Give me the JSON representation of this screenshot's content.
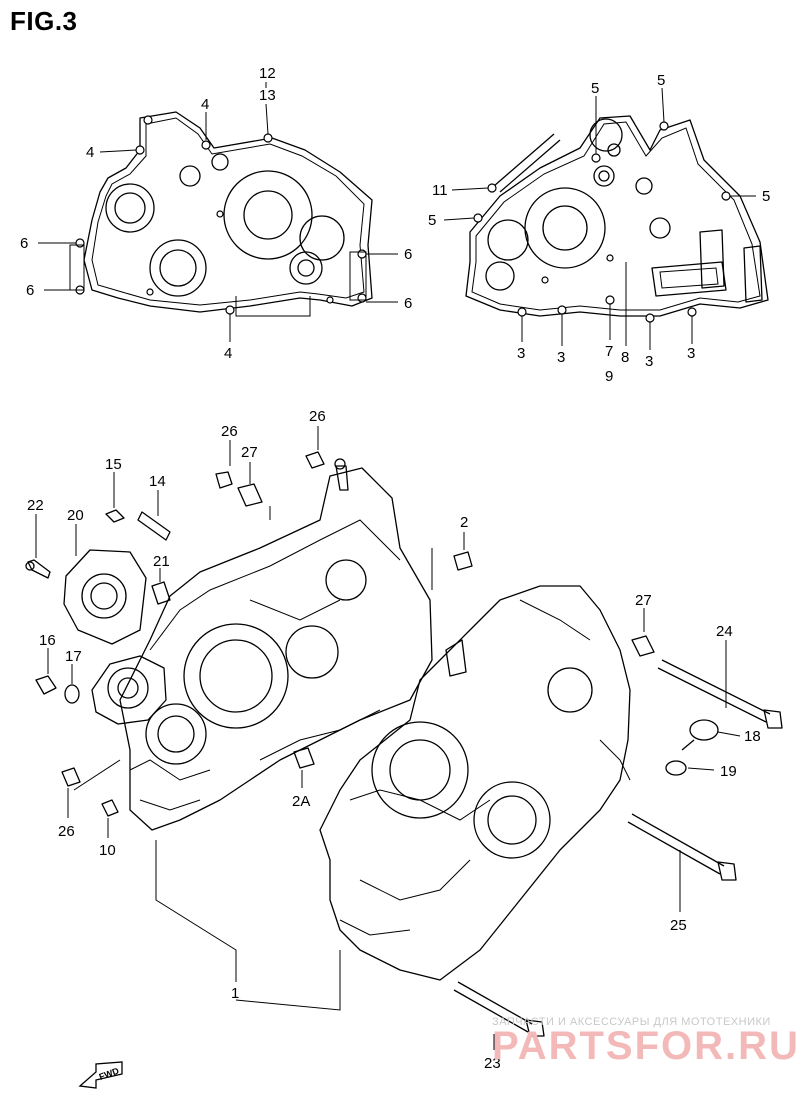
{
  "figure": {
    "title": "FIG.3"
  },
  "callouts": {
    "top_left": [
      "12",
      "13",
      "4",
      "4",
      "6",
      "6",
      "6",
      "6",
      "6",
      "4"
    ],
    "top_right": [
      "5",
      "5",
      "11",
      "5",
      "5",
      "3",
      "3",
      "7",
      "9",
      "8",
      "3",
      "3"
    ],
    "bottom": [
      "26",
      "27",
      "26",
      "15",
      "14",
      "22",
      "20",
      "21",
      "2",
      "16",
      "17",
      "27",
      "24",
      "18",
      "19",
      "26",
      "10",
      "2A",
      "25",
      "1",
      "23"
    ]
  },
  "fwd_label": "FWD",
  "watermark": {
    "line1": "ЗАПЧАСТИ И АКСЕССУАРЫ ДЛЯ МОТОТЕХНИКИ",
    "line2": "PARTSFOR.RU"
  }
}
